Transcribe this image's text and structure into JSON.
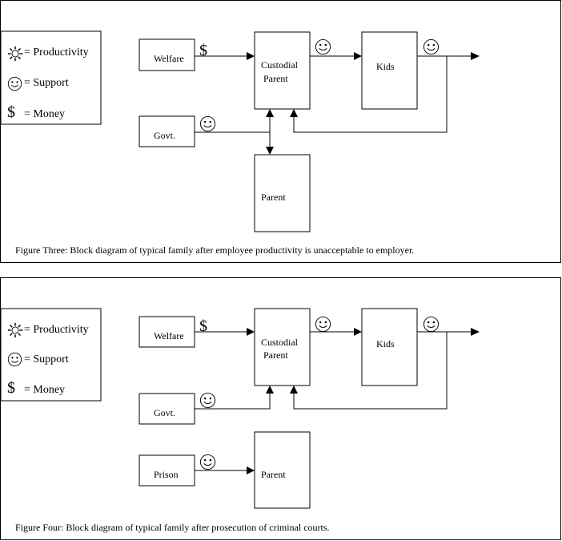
{
  "legend": {
    "productivity": "= Productivity",
    "support": "= Support",
    "money": "= Money",
    "money_symbol": "$"
  },
  "icons": {
    "productivity": "sun-icon",
    "support": "smiley-face-icon",
    "money": "dollar-icon"
  },
  "figures": [
    {
      "blocks": {
        "welfare": "Welfare",
        "govt": "Govt.",
        "custodial_line1": "Custodial",
        "custodial_line2": "Parent",
        "kids": "Kids",
        "parent": "Parent"
      },
      "caption": "Figure Three: Block diagram of typical family after employee productivity is unacceptable to employer."
    },
    {
      "blocks": {
        "welfare": "Welfare",
        "govt": "Govt.",
        "custodial_line1": "Custodial",
        "custodial_line2": "Parent",
        "kids": "Kids",
        "prison": "Prison",
        "parent": "Parent"
      },
      "caption": "Figure Four: Block diagram of typical family after prosecution of criminal courts."
    }
  ]
}
